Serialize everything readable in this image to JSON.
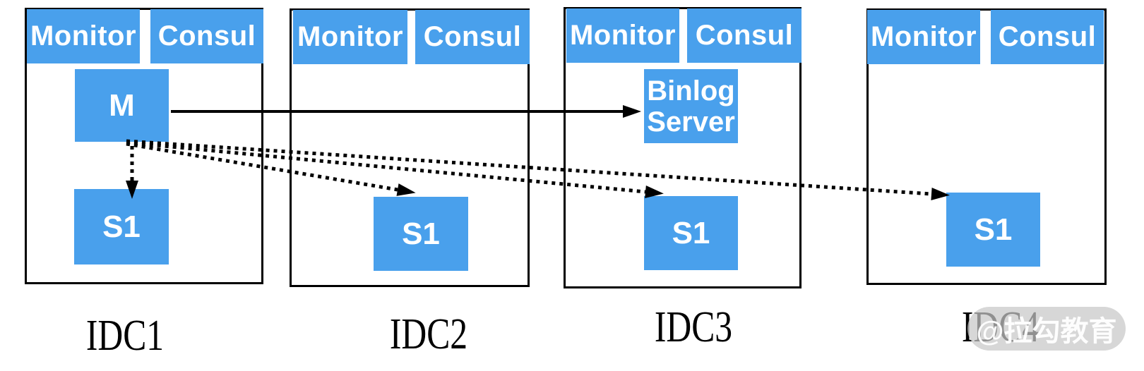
{
  "colors": {
    "node_blue": "#49a0ec",
    "line_black": "#000000",
    "watermark_gray": "#c7c7c7"
  },
  "idcs": [
    {
      "label": "IDC1",
      "monitor_label": "Monitor",
      "consul_label": "Consul",
      "master_label": "M",
      "slave_label": "S1"
    },
    {
      "label": "IDC2",
      "monitor_label": "Monitor",
      "consul_label": "Consul",
      "slave_label": "S1"
    },
    {
      "label": "IDC3",
      "monitor_label": "Monitor",
      "consul_label": "Consul",
      "binlog_label": "Binlog Server",
      "slave_label": "S1"
    },
    {
      "label": "IDC4",
      "monitor_label": "Monitor",
      "consul_label": "Consul",
      "slave_label": "S1"
    }
  ],
  "edges": [
    {
      "from": "IDC1:M",
      "to": "IDC3:Binlog Server",
      "style": "solid"
    },
    {
      "from": "IDC1:M",
      "to": "IDC1:S1",
      "style": "dotted"
    },
    {
      "from": "IDC1:M",
      "to": "IDC2:S1",
      "style": "dotted"
    },
    {
      "from": "IDC1:M",
      "to": "IDC3:S1",
      "style": "dotted"
    },
    {
      "from": "IDC1:M",
      "to": "IDC4:S1",
      "style": "dotted"
    }
  ],
  "watermark": {
    "text": "@拉勾教育"
  }
}
